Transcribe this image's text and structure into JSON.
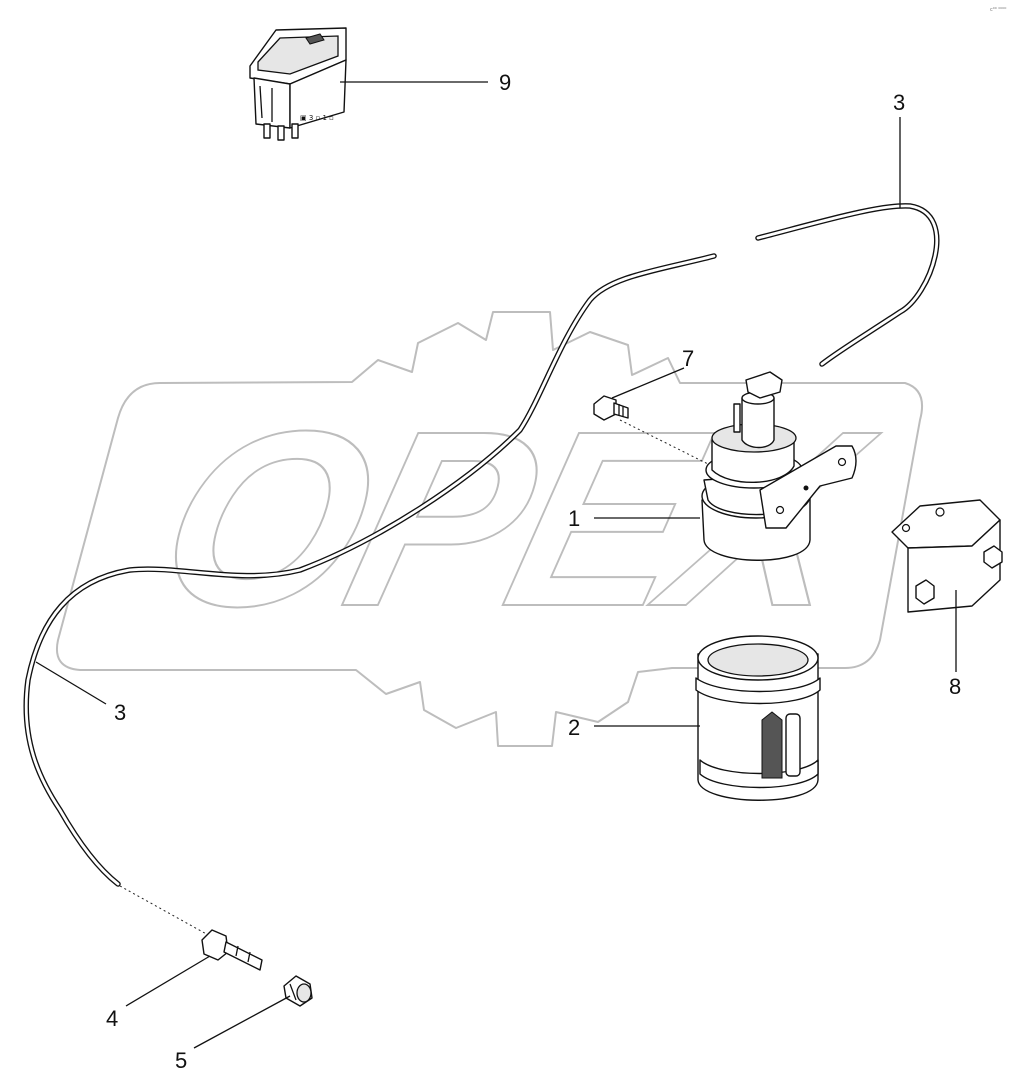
{
  "diagram": {
    "watermark": "OPEX",
    "corner_code": "c⁰⁰ ⁰⁰⁰⁰",
    "callouts": [
      "9",
      "3",
      "7",
      "1",
      "8",
      "2",
      "3",
      "4",
      "5"
    ]
  }
}
